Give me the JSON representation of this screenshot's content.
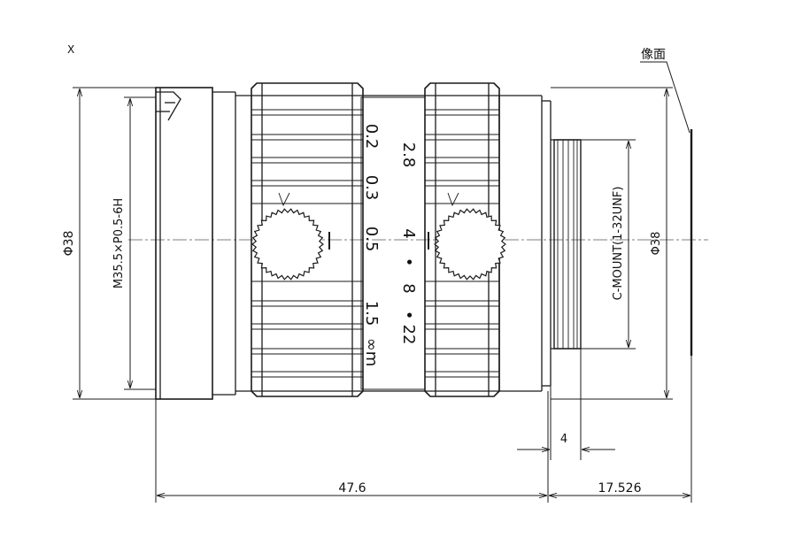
{
  "corner_mark": "X",
  "image_plane_label": "像面",
  "dims": {
    "left_diameter": "Φ38",
    "front_thread": "M35.5×P0.5-6H",
    "mount": "C-MOUNT(1-32UNF)",
    "right_diameter": "Φ38",
    "flange_offset": "4",
    "body_length": "47.6",
    "back_focal": "17.526"
  },
  "focus_scale": [
    "0.2",
    "0.3",
    "0.5",
    "1.5",
    "∞m"
  ],
  "aperture_scale": [
    "2.8",
    "4",
    "•",
    "8",
    "•",
    "22"
  ],
  "colors": {
    "line": "#1a1a1a",
    "center_line": "#555555",
    "background": "#ffffff"
  }
}
